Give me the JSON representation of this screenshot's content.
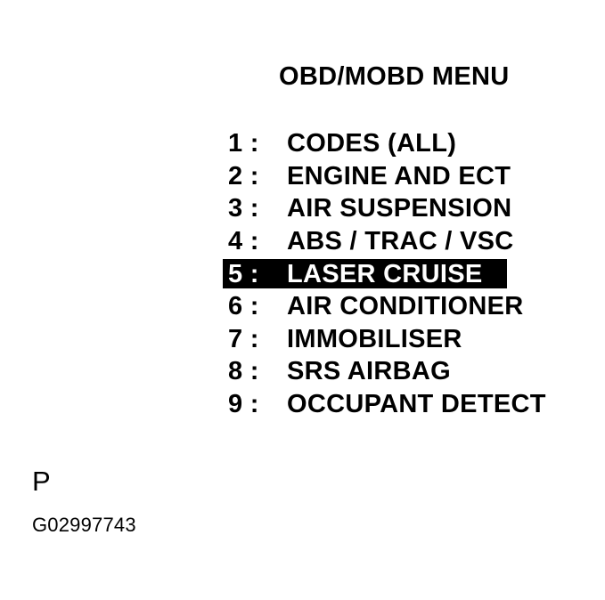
{
  "menu": {
    "title": "OBD/MOBD MENU",
    "selected_index": 4,
    "items": [
      {
        "num": "1 :",
        "label": "CODES (ALL)"
      },
      {
        "num": "2 :",
        "label": "ENGINE AND ECT"
      },
      {
        "num": "3 :",
        "label": "AIR SUSPENSION"
      },
      {
        "num": "4 :",
        "label": "ABS / TRAC / VSC"
      },
      {
        "num": "5 :",
        "label": "LASER CRUISE"
      },
      {
        "num": "6 :",
        "label": "AIR CONDITIONER"
      },
      {
        "num": "7 :",
        "label": "IMMOBILISER"
      },
      {
        "num": "8 :",
        "label": "SRS AIRBAG"
      },
      {
        "num": "9 :",
        "label": "OCCUPANT DETECT"
      }
    ]
  },
  "footer": {
    "letter": "P",
    "figure_code": "G02997743"
  },
  "colors": {
    "background": "#ffffff",
    "text": "#000000",
    "highlight": "#000000",
    "highlight_text": "#ffffff"
  }
}
